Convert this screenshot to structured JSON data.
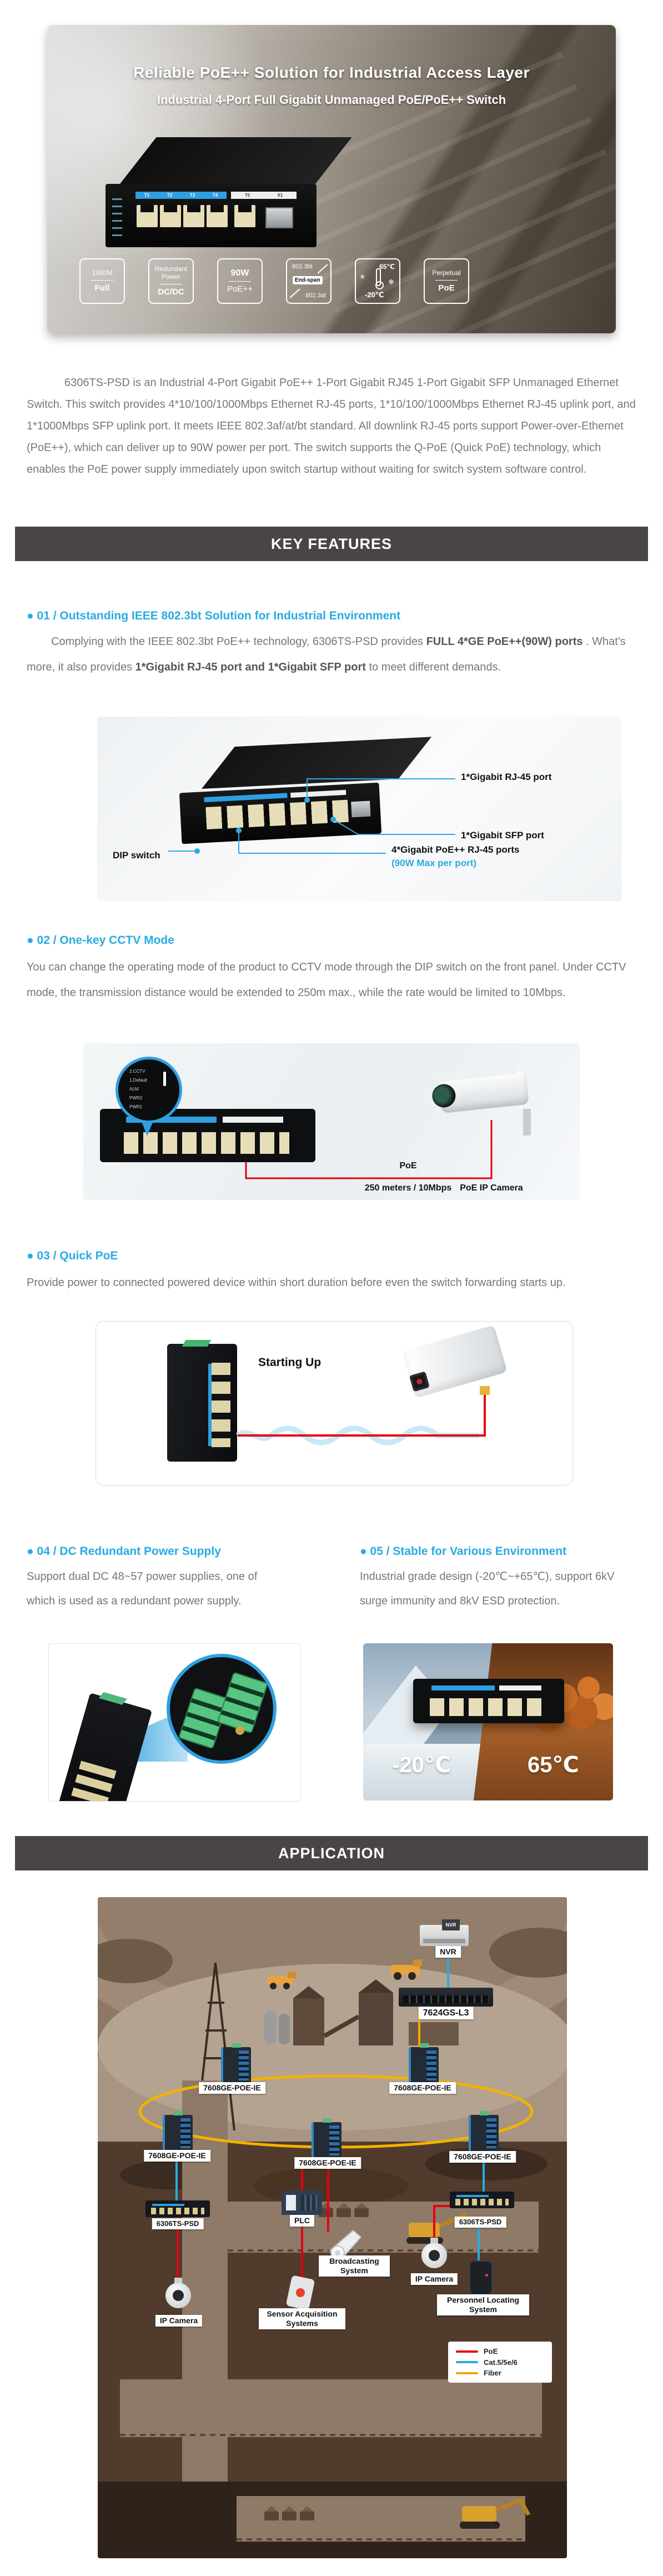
{
  "hero": {
    "title": "Reliable PoE++ Solution for Industrial Access Layer",
    "subtitle": "Industrial 4-Port Full Gigabit Unmanaged PoE/PoE++ Switch",
    "port_labels": [
      "T1",
      "T2",
      "T3",
      "T4",
      "T5",
      "X1"
    ],
    "badges": [
      {
        "top": "1000M",
        "bottom": "Full"
      },
      {
        "top": "Redundant Power",
        "bottom": "DC/DC"
      },
      {
        "top": "90W",
        "bottom": "PoE++"
      },
      {
        "top": "802.3bt",
        "mid": "End-span",
        "bottom": "802.3at"
      },
      {
        "top": "65℃",
        "bottom": "-20℃",
        "sun": "☀",
        "snow": "❄"
      },
      {
        "top": "Perpetual",
        "bottom": "PoE"
      }
    ]
  },
  "intro": {
    "text": "6306TS-PSD is an Industrial 4-Port Gigabit PoE++ 1-Port Gigabit RJ45 1-Port Gigabit SFP Unmanaged Ethernet Switch. This switch provides 4*10/100/1000Mbps Ethernet RJ-45 ports, 1*10/100/1000Mbps Ethernet RJ-45 uplink port, and 1*1000Mbps SFP uplink port. It meets IEEE 802.3af/at/bt standard. All downlink RJ-45 ports support Power-over-Ethernet (PoE++), which can deliver up to 90W power per port. The switch supports the Q-PoE (Quick PoE) technology, which enables the PoE power supply immediately upon switch startup without waiting for switch system software control."
  },
  "sections": {
    "key_features": "KEY FEATURES",
    "application": "APPLICATION"
  },
  "features": {
    "f1": {
      "heading": "● 01 / Outstanding IEEE 802.3bt Solution for Industrial Environment",
      "p": [
        "Complying with the IEEE 802.3bt PoE++ technology,  6306TS-PSD provides ",
        "FULL 4*GE PoE++(90W) ports",
        " . What's more, it also provides ",
        "1*Gigabit RJ-45 port and 1*Gigabit SFP port",
        " to meet different demands."
      ],
      "callouts": {
        "rj45": "1*Gigabit RJ-45 port",
        "sfp": "1*Gigabit SFP  port",
        "poe": "4*Gigabit PoE++ RJ-45 ports",
        "poe_sub": "(90W Max per port)",
        "dip": "DIP switch"
      }
    },
    "f2": {
      "heading": "● 02 / One-key CCTV Mode",
      "text": "You can change the operating mode of the product to CCTV mode through the DIP switch on the front panel. Under CCTV mode, the transmission distance would be extended to 250m max., while the rate would be limited to 10Mbps.",
      "dip": [
        "2.CCTV",
        "1.Default",
        "ALM",
        "PWR2",
        "PWR1"
      ],
      "labels": {
        "poe": "PoE",
        "distance": "250 meters / 10Mbps",
        "camera": "PoE IP Camera"
      }
    },
    "f3": {
      "heading": "● 03 / Quick PoE",
      "text": "Provide power to connected powered device within short duration before even the switch forwarding starts up.",
      "starting": "Starting Up"
    },
    "f4": {
      "heading": "● 04 / DC Redundant Power Supply",
      "text": "Support dual DC 48~57 power supplies, one of which is used as a redundant power supply."
    },
    "f5": {
      "heading": "● 05 / Stable for Various Environment",
      "text": "Industrial grade design (-20℃~+65℃), support 6kV surge immunity and 8kV ESD protection.",
      "temps": {
        "cold": "-20℃",
        "hot": "65℃"
      }
    }
  },
  "application": {
    "nodes": {
      "nvr": "NVR",
      "core": "7624GS-L3",
      "ring": "7608GE-POE-IE",
      "access": "6306TS-PSD",
      "plc": "PLC",
      "broadcast": "Broadcasting System",
      "camera": "IP Camera",
      "sensor": "Sensor Acquisition Systems",
      "personnel": "Personnel Locating System"
    },
    "legend": [
      {
        "label": "PoE",
        "color": "#e60012"
      },
      {
        "label": "Cat.5/5e/6",
        "color": "#29abe2"
      },
      {
        "label": "Fiber",
        "color": "#f6a800"
      }
    ]
  },
  "colors": {
    "accent": "#29abe2",
    "bar": "#4a4545",
    "poe": "#e60012",
    "cat5": "#29abe2",
    "fiber": "#f6a800"
  }
}
